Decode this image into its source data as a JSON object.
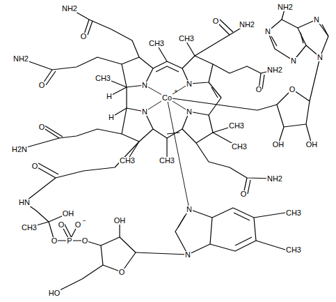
{
  "diagram": {
    "labels": [
      "NH2",
      "O",
      "O",
      "NH2",
      "NH2",
      "N",
      "N",
      "N",
      "N",
      "NH2",
      "O",
      "CH3",
      "CH3",
      "N",
      "N",
      "Co",
      "+",
      "N",
      "N",
      "CH3",
      "H",
      "H",
      "O",
      "H2N",
      "CH3",
      "CH3",
      "CH3",
      "CH3",
      "O",
      "NH2",
      "O",
      "OH",
      "OH",
      "O",
      "NH2",
      "O",
      "HN",
      "OH",
      "CH3",
      "O",
      "P",
      "O",
      "O",
      "−",
      "O",
      "OH",
      "O",
      "HO",
      "N",
      "N",
      "CH3",
      "CH3"
    ]
  }
}
